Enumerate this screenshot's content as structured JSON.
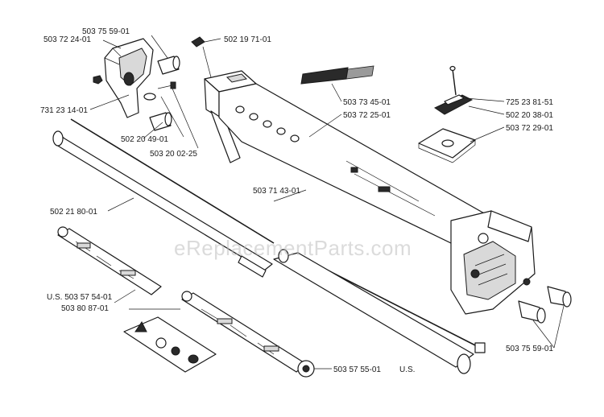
{
  "watermark": "eReplacementParts.com",
  "labels": {
    "p1": "503 75 59-01",
    "p2": "503 72 24-01",
    "p3": "502 19 71-01",
    "p4": "731 23 14-01",
    "p5": "502 20 49-01",
    "p6": "503 20 02-25",
    "p7": "503 73 45-01",
    "p8": "503 72 25-01",
    "p9": "725 23 81-51",
    "p10": "502 20 38-01",
    "p11": "503 72 29-01",
    "p12": "503 71 43-01",
    "p13": "502 21 80-01",
    "p14": "U.S. 503 57 54-01",
    "p15": "503 80 87-01",
    "p16": "503 75 59-01",
    "p17": "503 57 55-01",
    "p18": "U.S."
  }
}
